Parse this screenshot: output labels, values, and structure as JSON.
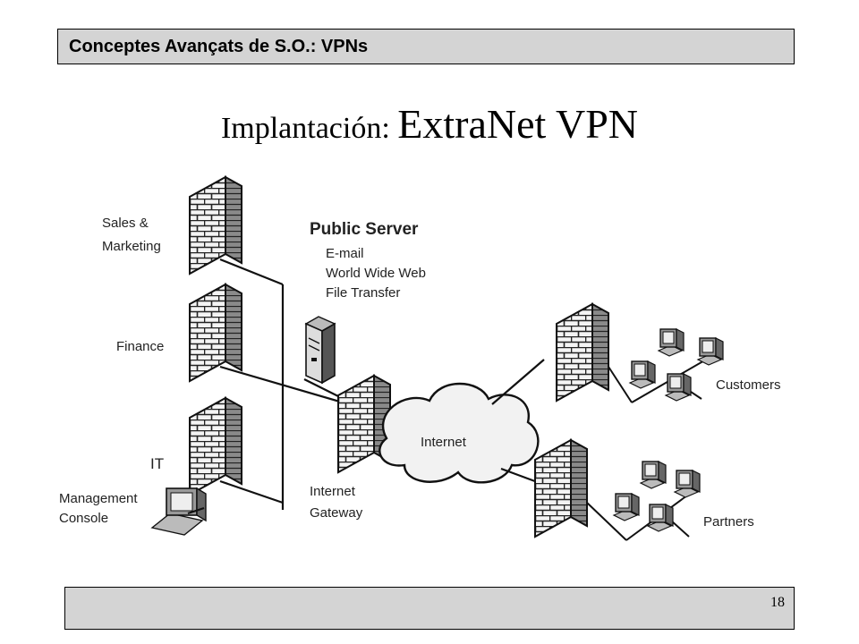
{
  "header": {
    "title": "Conceptes Avançats de S.O.: VPNs"
  },
  "slide": {
    "title_part1": "Implantación: ",
    "title_part2": "ExtraNet VPN",
    "page_number": "18"
  },
  "diagram": {
    "departments": {
      "sales_line1": "Sales &",
      "sales_line2": "Marketing",
      "finance": "Finance",
      "it": "IT"
    },
    "management_line1": "Management",
    "management_line2": "Console",
    "public_server": {
      "title": "Public Server",
      "service1": "E-mail",
      "service2": "World Wide Web",
      "service3": "File Transfer"
    },
    "gateway_line1": "Internet",
    "gateway_line2": "Gateway",
    "internet": "Internet",
    "customers": "Customers",
    "partners": "Partners"
  }
}
